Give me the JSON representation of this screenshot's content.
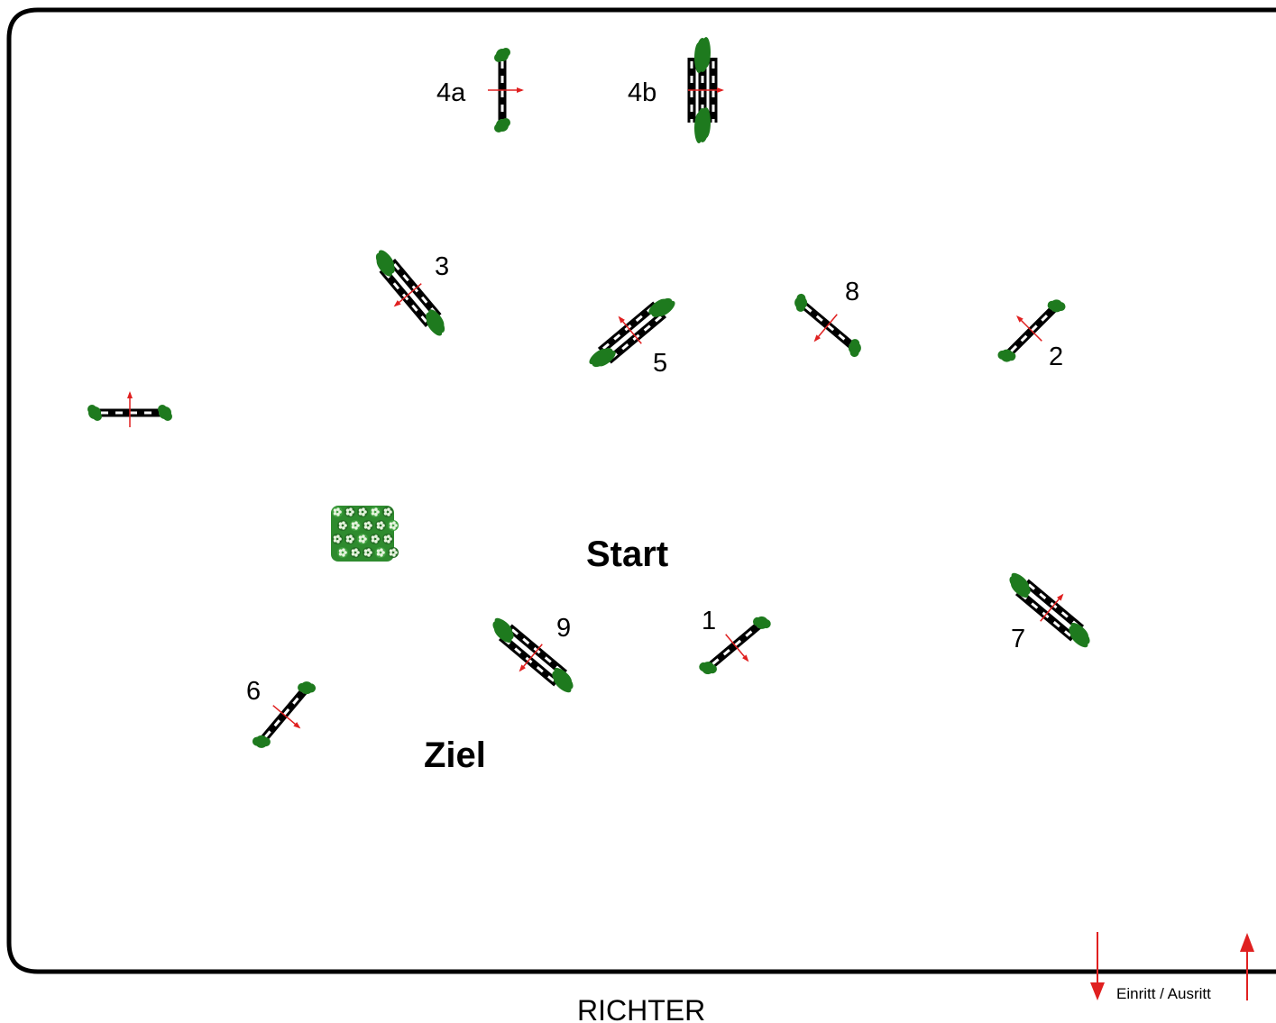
{
  "arena": {
    "judge_label": "RICHTER",
    "entrance_label": "Einritt / Ausritt",
    "start_label": "Start",
    "finish_label": "Ziel"
  },
  "colors": {
    "pole": "#000000",
    "stripe": "#ffffff",
    "foliage": "#1e7a1e",
    "arrow": "#e02020",
    "border": "#000000"
  },
  "obstacles": [
    {
      "id": "1",
      "label": "1",
      "type": "vertical"
    },
    {
      "id": "2",
      "label": "2",
      "type": "vertical"
    },
    {
      "id": "3",
      "label": "3",
      "type": "oxer"
    },
    {
      "id": "4a",
      "label": "4a",
      "type": "vertical"
    },
    {
      "id": "4b",
      "label": "4b",
      "type": "triple-bar"
    },
    {
      "id": "5",
      "label": "5",
      "type": "oxer"
    },
    {
      "id": "6",
      "label": "6",
      "type": "vertical"
    },
    {
      "id": "7",
      "label": "7",
      "type": "oxer"
    },
    {
      "id": "8",
      "label": "8",
      "type": "vertical"
    },
    {
      "id": "9",
      "label": "9",
      "type": "oxer"
    },
    {
      "id": "practice",
      "label": "",
      "type": "vertical"
    },
    {
      "id": "flowers",
      "label": "",
      "type": "decoration"
    }
  ]
}
